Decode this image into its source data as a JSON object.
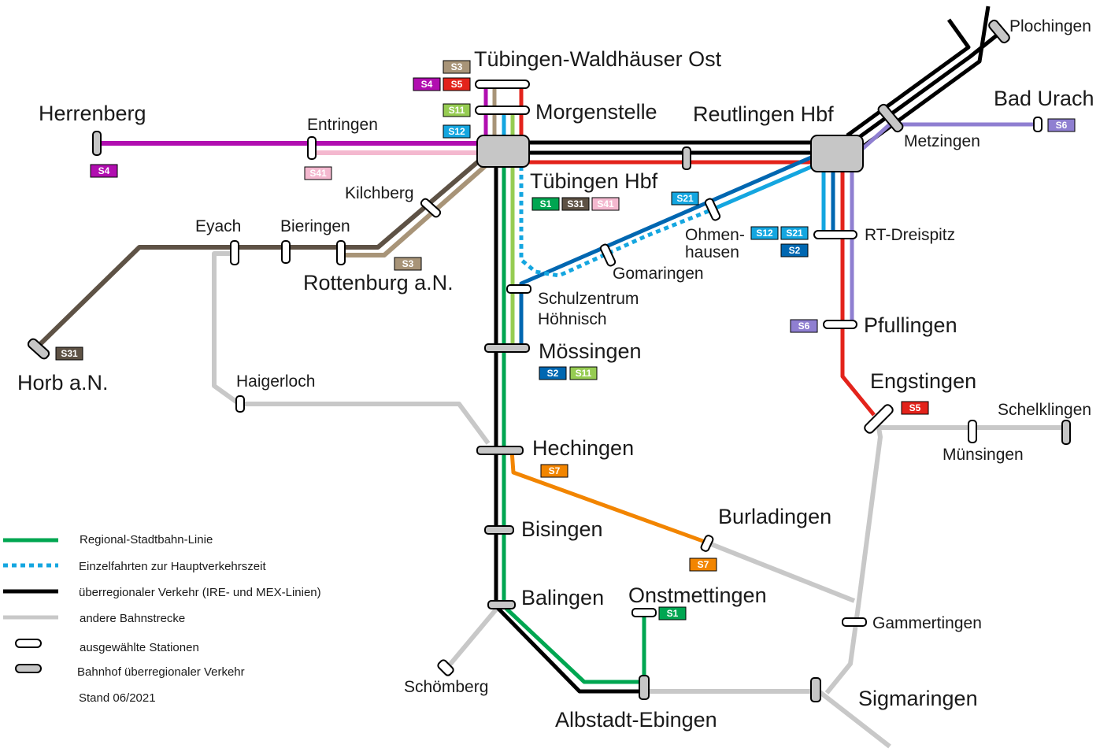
{
  "lines_colors": {
    "S1": "#00a651",
    "S2": "#0067b1",
    "S3": "#a89478",
    "S31": "#5e5245",
    "S4": "#b10eb0",
    "S41": "#f4b8cf",
    "S5": "#e3231b",
    "S6": "#8f7fd1",
    "S7": "#f28500",
    "S11": "#96cc52",
    "S12": "#14a6e0",
    "S21": "#14a6e0",
    "regional": "#000000",
    "other": "#c8c8c8"
  },
  "stations": {
    "tuebingen_waldhaeuser_ost": "Tübingen-Waldhäuser Ost",
    "morgenstelle": "Morgenstelle",
    "herrenberg": "Herrenberg",
    "entringen": "Entringen",
    "reutlingen_hbf": "Reutlingen Hbf",
    "plochingen": "Plochingen",
    "bad_urach": "Bad Urach",
    "metzingen": "Metzingen",
    "tuebingen_hbf": "Tübingen Hbf",
    "kilchberg": "Kilchberg",
    "eyach": "Eyach",
    "bieringen": "Bieringen",
    "rottenburg": "Rottenburg a.N.",
    "ohmenhausen_1": "Ohmen-",
    "ohmenhausen_2": "hausen",
    "rt_dreispitz": "RT-Dreispitz",
    "gomaringen": "Gomaringen",
    "schulzentrum_1": "Schulzentrum",
    "schulzentrum_2": "Höhnisch",
    "horb": "Horb a.N.",
    "moessingen": "Mössingen",
    "pfullingen": "Pfullingen",
    "haigerloch": "Haigerloch",
    "engstingen": "Engstingen",
    "schelklingen": "Schelklingen",
    "muensingen": "Münsingen",
    "hechingen": "Hechingen",
    "burladingen": "Burladingen",
    "bisingen": "Bisingen",
    "balingen": "Balingen",
    "onstmettingen": "Onstmettingen",
    "gammertingen": "Gammertingen",
    "schoemberg": "Schömberg",
    "albstadt_ebingen": "Albstadt-Ebingen",
    "sigmaringen": "Sigmaringen"
  },
  "badges": {
    "s1": "S1",
    "s2": "S2",
    "s3": "S3",
    "s4": "S4",
    "s5": "S5",
    "s6": "S6",
    "s7": "S7",
    "s11": "S11",
    "s12": "S12",
    "s21": "S21",
    "s31": "S31",
    "s41": "S41"
  },
  "legend": {
    "regional_stadtbahn": "Regional-Stadtbahn-Linie",
    "einzelfahrten": "Einzelfahrten zur Hauptverkehrszeit",
    "ueberregional": "überregionaler Verkehr (IRE- und MEX-Linien)",
    "andere": "andere Bahnstrecke",
    "ausgewaehlte": "ausgewählte Stationen",
    "bahnhof": "Bahnhof überregionaler Verkehr",
    "stand": "Stand 06/2021"
  }
}
